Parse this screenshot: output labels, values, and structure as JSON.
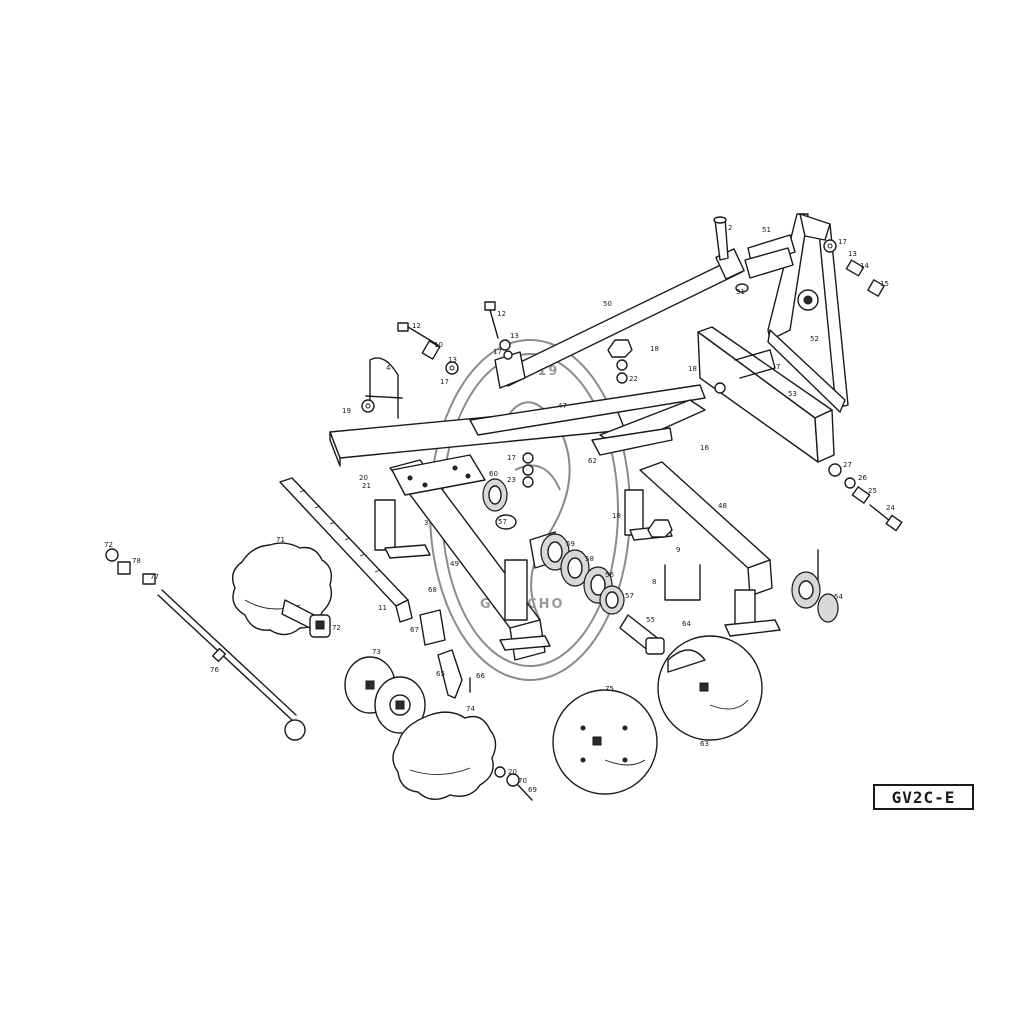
{
  "drawing_code": "GV2C-E",
  "watermark": {
    "top_text": "EM 19",
    "bottom_text": "GALUCHO"
  },
  "labels": {
    "l2": "2",
    "l51": "51",
    "l17a": "17",
    "l13a": "13",
    "l14": "14",
    "l15": "15",
    "l31": "31",
    "l52": "52",
    "l50": "50",
    "l12a": "12",
    "l13b": "13",
    "l17b": "17",
    "l12b": "12",
    "l10": "10",
    "l13c": "13",
    "l17c": "17",
    "l4": "4",
    "l19": "19",
    "l18a": "18",
    "l22": "22",
    "l18b": "18",
    "l7": "7",
    "l53": "53",
    "l47": "47",
    "l16": "16",
    "l17d": "17",
    "l23": "23",
    "l62": "62",
    "l20a": "20",
    "l21": "21",
    "l60": "60",
    "l57a": "57",
    "l59": "59",
    "l58": "58",
    "l56": "56",
    "l57b": "57",
    "l3": "3",
    "l49": "49",
    "l18c": "18",
    "l9": "9",
    "l8": "8",
    "l48": "48",
    "l27": "27",
    "l26": "26",
    "l25": "25",
    "l24": "24",
    "l54": "54",
    "l72a": "72",
    "l78": "78",
    "l77": "77",
    "l71": "71",
    "l72b": "72",
    "l11": "11",
    "l68": "68",
    "l67": "67",
    "l55": "55",
    "l64": "64",
    "l66": "66",
    "l65": "65",
    "l73": "73",
    "l76": "76",
    "l74": "74",
    "l75": "75",
    "l63": "63",
    "l20b": "20",
    "l70": "70",
    "l69": "69"
  }
}
